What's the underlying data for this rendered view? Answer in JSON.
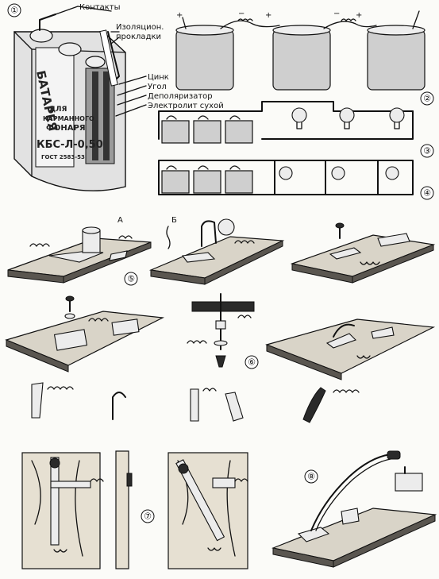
{
  "battery": {
    "brand": "БАТАРЕЯ",
    "line_for": "ДЛЯ",
    "line_pocket": "КАРМАННОГО",
    "line_torch": "ФОНАРЯ",
    "model": "КБС-Л-0,50",
    "gost": "ГОСТ 2583-53"
  },
  "callouts": {
    "contacts": "Контакты",
    "insulation_1": "Изоляцион.",
    "insulation_2": "прокладки",
    "zinc": "Цинк",
    "carbon": "Угол",
    "depolarizer": "Деполяризатор",
    "electrolyte": "Электролит сухой"
  },
  "polarity": {
    "plus": "+",
    "minus": "−"
  },
  "figure_numbers": [
    "①",
    "②",
    "③",
    "④",
    "⑤",
    "⑥",
    "⑦",
    "⑧"
  ],
  "variant_labels": {
    "a": "А",
    "b": "Б"
  }
}
